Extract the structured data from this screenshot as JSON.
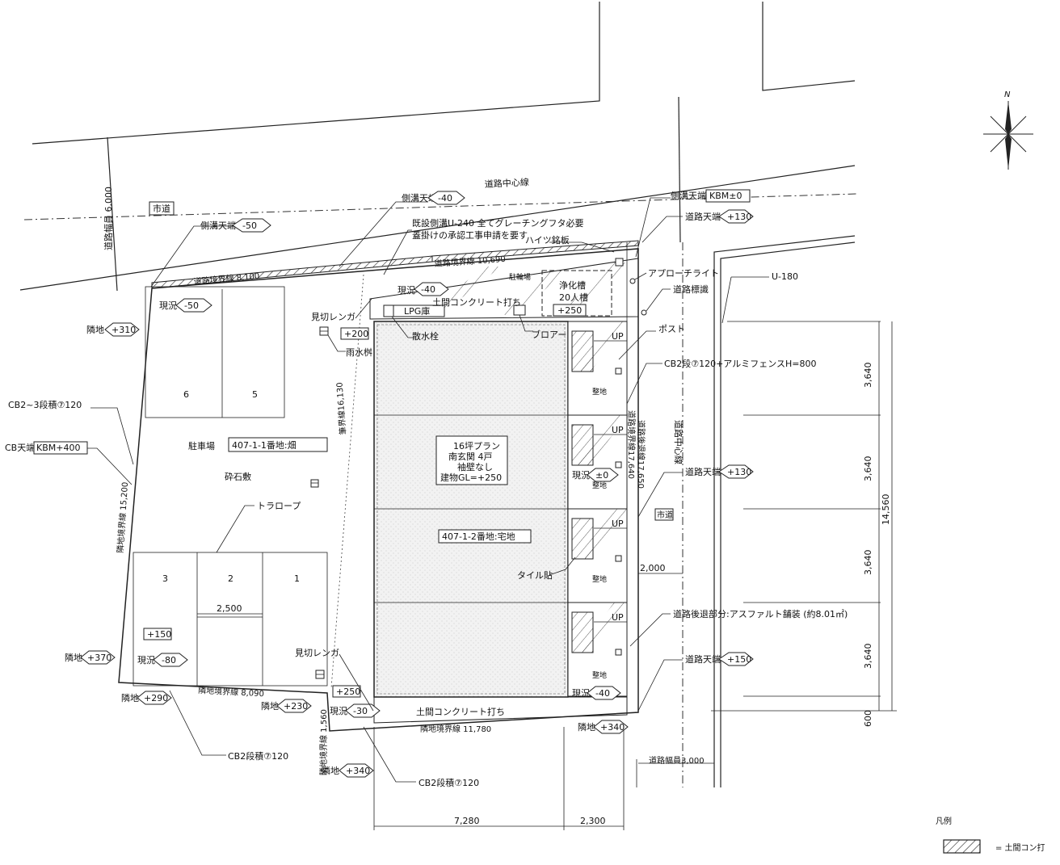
{
  "compass": {
    "north": "N"
  },
  "road": {
    "road_center_line": "道路中心線",
    "city_road_tag": "市道",
    "city_road_tag_2": "市道",
    "road_width_top": "道路幅員 6,000",
    "road_width_right": "道路幅員3,000",
    "road_center_line_right": "道路中心線",
    "u180": "U-180"
  },
  "boundaries": {
    "road_boundary_top_left": "道路境界線 8,100",
    "road_boundary_top_right": "道路境界線 10,690",
    "adjacent_left": "隣地境界線 15,200",
    "adjacent_bottom_left": "隣地境界線 8,090",
    "adjacent_bottom_right": "隣地境界線 11,780",
    "adjacent_short": "隣地境界線 1,560",
    "lot_split_line": "筆界線16,130",
    "road_retreat_line": "道路後退線17,650",
    "road_boundary_right": "道路境界線17,640"
  },
  "callouts": {
    "gutter_top_left": "側溝天端",
    "gutter_top_left_val": "-50",
    "gutter_top_mid": "側溝天端",
    "gutter_top_mid_val": "-40",
    "gutter_u240_1": "既設側溝U-240 全てグレーチングフタ必要",
    "gutter_u240_2": "蓋掛けの承認工事申請を要す",
    "gutter_kbm": "側溝天端",
    "gutter_kbm_val": "KBM±0",
    "road_top_130": "道路天端",
    "road_top_130_val": "+130",
    "road_mid_130": "道路天端",
    "road_mid_130_val": "+130",
    "road_bottom_150": "道路天端",
    "road_bottom_150_val": "+150",
    "heights_sign": "ハイツ銘板",
    "approach_light": "アプローチライト",
    "road_sign": "道路標識",
    "post": "ポスト",
    "fence": "CB2段⑦120+アルミフェンスH=800",
    "cb_2_3": "CB2~3段積⑦120",
    "cb_top": "CB天端",
    "cb_top_val": "KBM+400",
    "cb2_bottom_1": "CB2段積⑦120",
    "cb2_bottom_2": "CB2段積⑦120",
    "mikiri_1": "見切レンガ",
    "mikiri_2": "見切レンガ",
    "rain_basin": "雨水桝",
    "sprinkler": "散水栓",
    "blower": "ブロアー",
    "tile": "タイル貼",
    "trellis_rope": "トラロープ",
    "doma_top": "土間コンクリート打ち",
    "doma_bottom": "土間コンクリート打ち",
    "asphalt": "道路後退部分:アスファルト舗装 (約8.01㎡)"
  },
  "levels": {
    "neighbor_310": "隣地",
    "neighbor_310_val": "+310",
    "neighbor_370": "隣地",
    "neighbor_370_val": "+370",
    "neighbor_290": "隣地",
    "neighbor_290_val": "+290",
    "neighbor_230": "隣地",
    "neighbor_230_val": "+230",
    "neighbor_340a": "隣地",
    "neighbor_340a_val": "+340",
    "neighbor_340b": "隣地",
    "neighbor_340b_val": "+340",
    "now_m50": "現況",
    "now_m50_val": "-50",
    "now_m40": "現況",
    "now_m40_val": "-40",
    "now_m80": "現況",
    "now_m80_val": "-80",
    "now_m30": "現況",
    "now_m30_val": "-30",
    "now_0": "現況",
    "now_0_val": "±0",
    "now_m40b": "現況",
    "now_m40b_val": "-40",
    "plus200": "+200",
    "plus150": "+150",
    "plus250_tank": "+250",
    "plus250_bottom": "+250"
  },
  "lot": {
    "parking_label": "駐車場",
    "parking_lot_no": "407-1-1番地:畑",
    "gravel": "砕石敷",
    "spaces": [
      "1",
      "2",
      "3",
      "5",
      "6"
    ],
    "space_width": "2,500",
    "building_lot_no": "407-1-2番地:宅地",
    "plan_1": "16坪プラン",
    "plan_2": "南玄関 4戸",
    "plan_3": "袖壁なし",
    "plan_4": "建物GL=+250",
    "lpg": "LPG庫",
    "bike": "駐輪場",
    "septic_1": "浄化槽",
    "septic_2": "20人槽",
    "seichi": "整地",
    "up": "UP"
  },
  "dimensions": {
    "d3640": "3,640",
    "d14560": "14,560",
    "d600": "600",
    "d2000": "2,000",
    "d7280": "7,280",
    "d2300": "2,300"
  },
  "legend": {
    "title": "凡例",
    "item": "= 土間コン打"
  }
}
